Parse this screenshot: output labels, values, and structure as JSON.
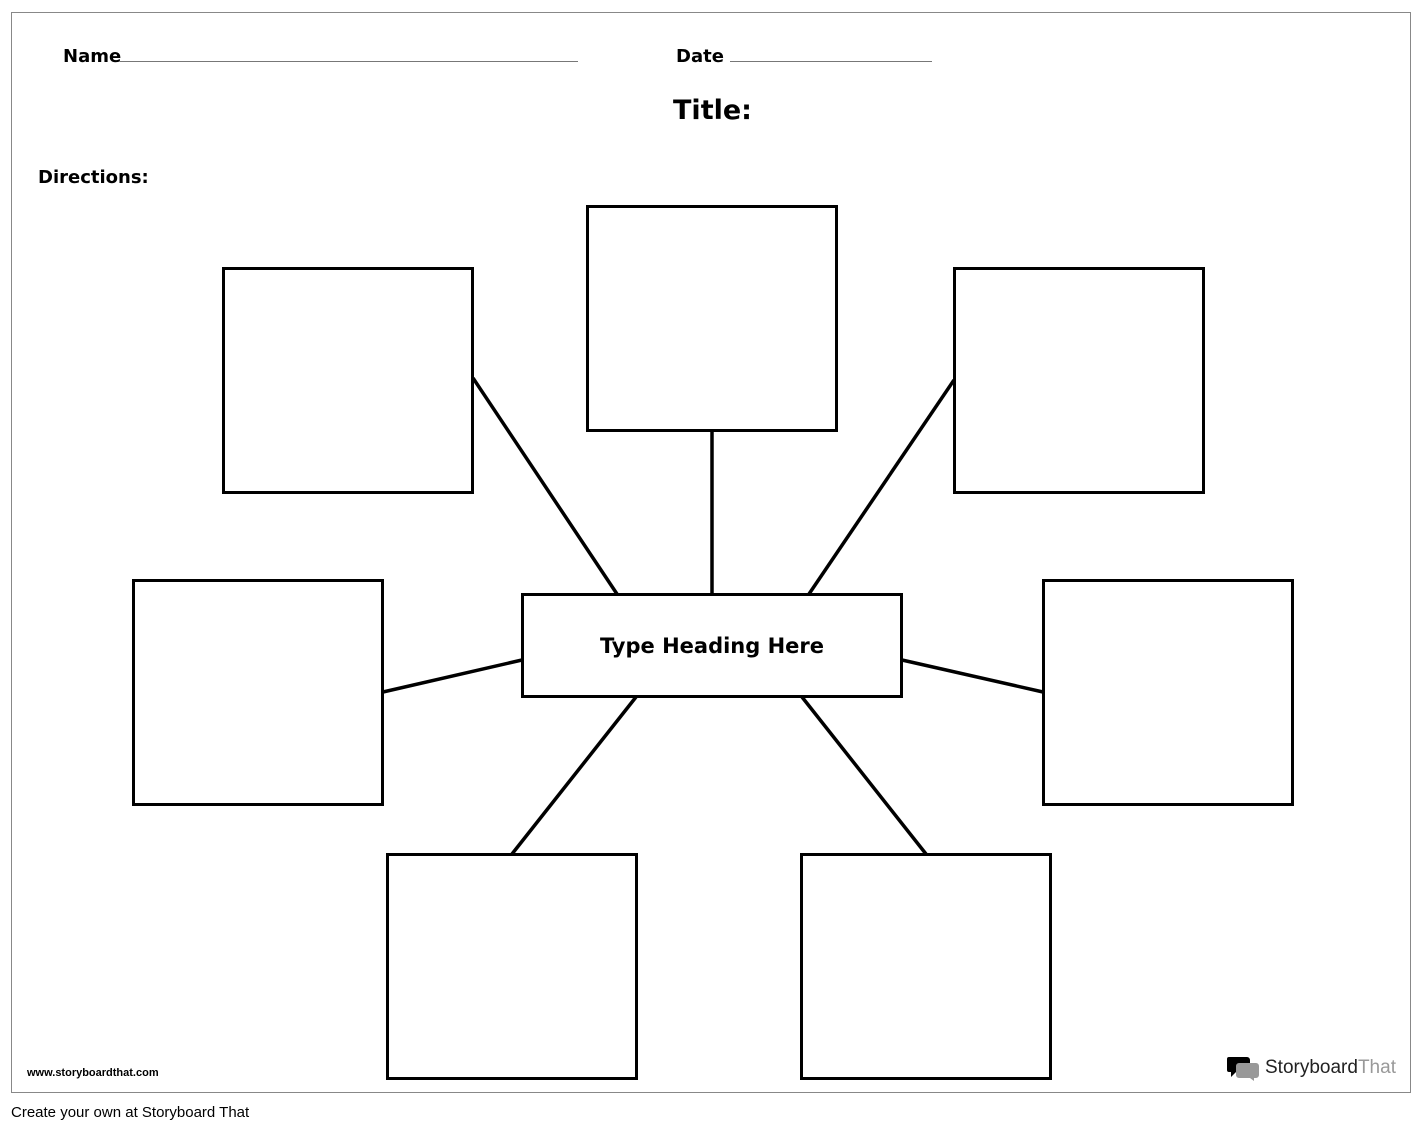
{
  "worksheet": {
    "name_label": "Name",
    "date_label": "Date",
    "title_label": "Title:",
    "directions_label": "Directions:",
    "center_heading": "Type Heading Here",
    "website": "www.storyboardthat.com",
    "logo": {
      "part1": "Storyboard",
      "part2": "That"
    }
  },
  "footer": {
    "text": "Create your own at Storyboard That"
  }
}
